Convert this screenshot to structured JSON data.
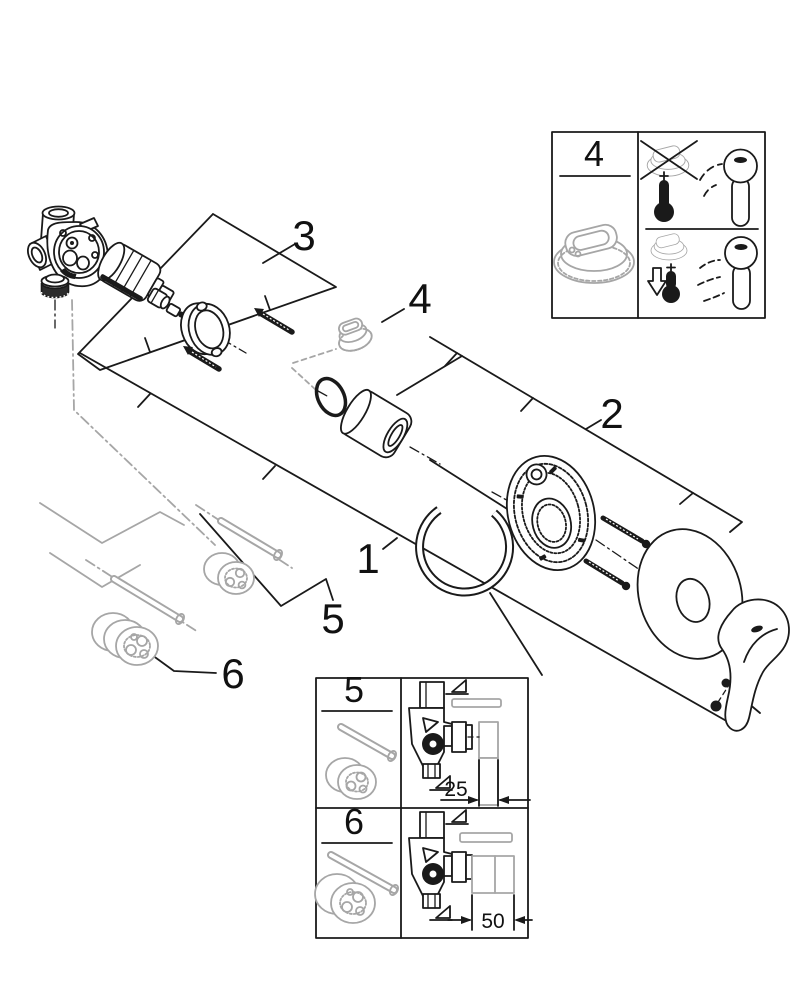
{
  "figure": {
    "type": "exploded-parts-diagram",
    "subject": "concealed single-lever mixer trim set with rough-in valve",
    "background_color": "#ffffff",
    "line_color": "#1a1a1a",
    "accessory_gray": "#a6a6a6"
  },
  "callouts": {
    "n1": "1",
    "n2": "2",
    "n3": "3",
    "n4": "4",
    "n5": "5",
    "n6": "6"
  },
  "insets": {
    "panel4": {
      "label": "4"
    },
    "panel5": {
      "label": "5",
      "dimension": "25"
    },
    "panel6": {
      "label": "6",
      "dimension": "50"
    }
  },
  "parts": [
    "rough-in valve body",
    "protection cap",
    "cartridge functional unit",
    "nut",
    "set screw",
    "mounting flange",
    "fixing screws",
    "temperature stop cap",
    "o-ring",
    "sleeve",
    "retaining ring",
    "functional unit plate",
    "escutcheon screws",
    "escutcheon",
    "lever handle",
    "extension rod 25",
    "extension cartridge 25",
    "extension rod 50",
    "extension cartridge 50"
  ]
}
